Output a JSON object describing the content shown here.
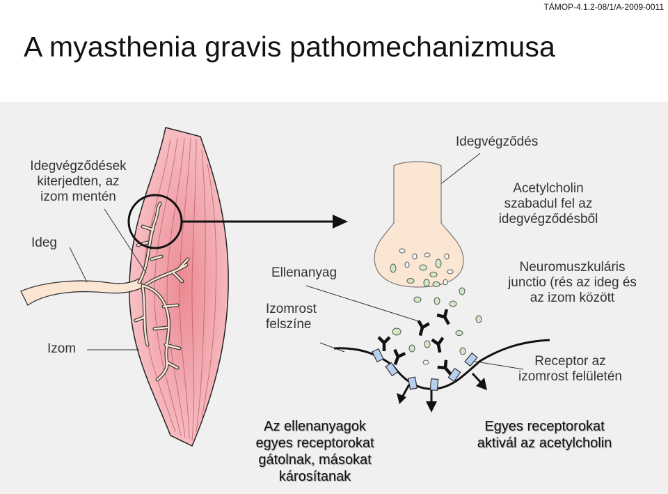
{
  "header": {
    "tag": "TÁMOP-4.1.2-08/1/A-2009-0011",
    "title": "A myasthenia gravis pathomechanizmusa"
  },
  "labels": {
    "nerve_endings_line1": "Idegvégződések",
    "nerve_endings_line2": "kiterjedten, az",
    "nerve_endings_line3": "izom mentén",
    "nerve": "Ideg",
    "muscle": "Izom",
    "antibody": "Ellenanyag",
    "surface_line1": "Izomrost",
    "surface_line2": "felszíne",
    "terminal": "Idegvégződés",
    "ach_line1": "Acetylcholin",
    "ach_line2": "szabadul fel az",
    "ach_line3": "idegvégződésből",
    "nmj_line1": "Neuromuszkuláris",
    "nmj_line2": "junctio (rés az ideg és",
    "nmj_line3": "az izom között",
    "receptor_line1": "Receptor az",
    "receptor_line2": "izomrost felületén"
  },
  "captions": {
    "left_line1": "Az ellenanyagok",
    "left_line2": "egyes receptorokat",
    "left_line3": "gátolnak, másokat",
    "left_line4": "károsítanak",
    "right_line1": "Egyes  receptorokat",
    "right_line2": "aktivál az acetylcholin"
  },
  "colors": {
    "panel": "#f0f0f0",
    "muscle_fill": "#f0a0a8",
    "nerve_fill": "#fbe6d3",
    "vesicle_fill": "#cfe8c6",
    "receptor_fill": "#b8d0ef"
  }
}
